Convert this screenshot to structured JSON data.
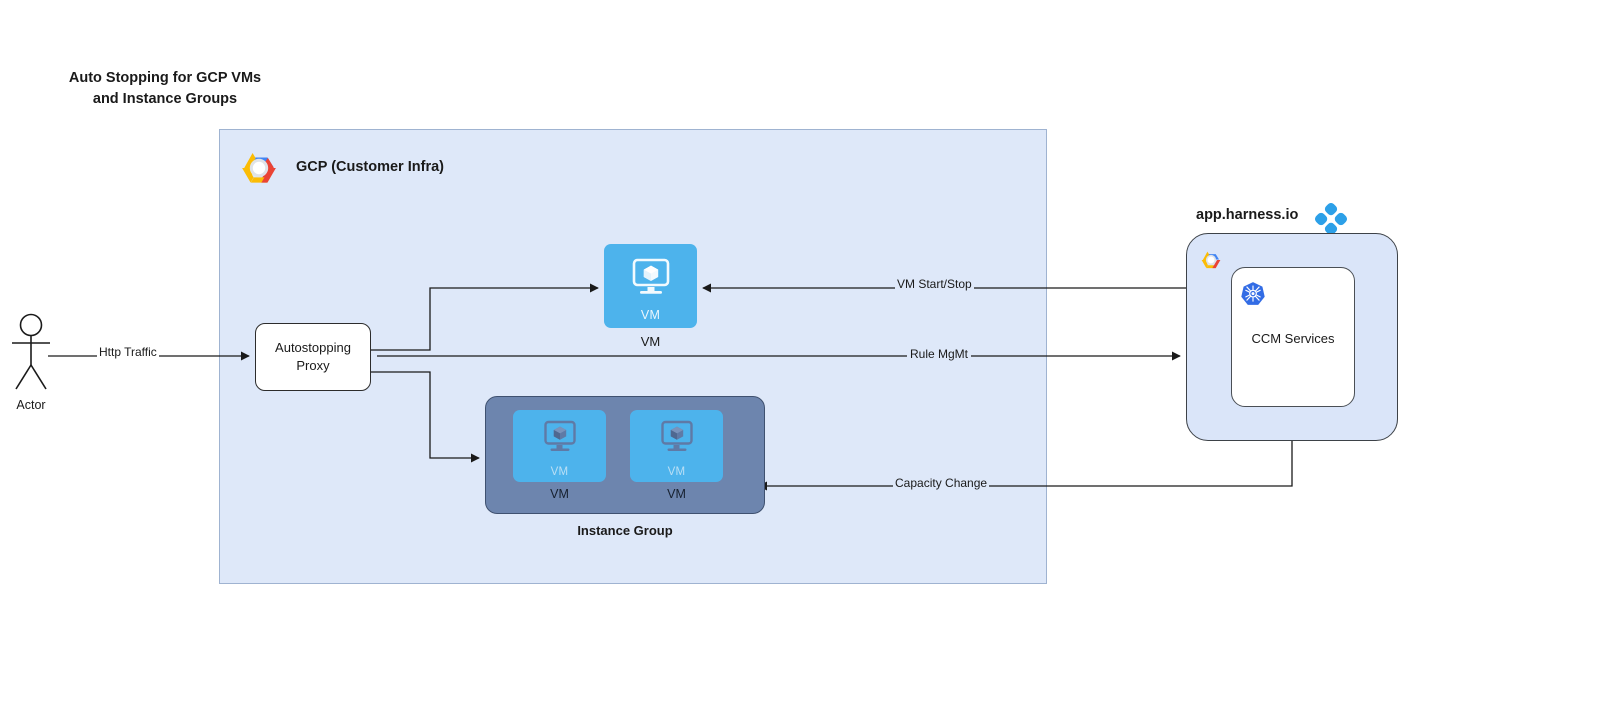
{
  "title": "Auto Stopping for GCP VMs\nand Instance Groups",
  "actor": {
    "label": "Actor",
    "icon": "actor-stick-figure-icon"
  },
  "gcp_container": {
    "label": "GCP (Customer Infra)",
    "icon": "gcp-logo-icon",
    "fill_color": "#dee8f9",
    "border_color": "#9fb3d1"
  },
  "autostopping_proxy": {
    "label": "Autostopping\nProxy"
  },
  "vm_node": {
    "inner_label": "VM",
    "caption": "VM",
    "icon": "vm-monitor-cube-icon",
    "fill_color": "#4db3ec"
  },
  "instance_group": {
    "caption": "Instance Group",
    "fill_color": "#6d85ae",
    "vms": [
      {
        "inner_label": "VM",
        "caption": "VM",
        "icon": "vm-monitor-cube-icon"
      },
      {
        "inner_label": "VM",
        "caption": "VM",
        "icon": "vm-monitor-cube-icon"
      }
    ]
  },
  "harness": {
    "title": "app.harness.io",
    "logo_icon": "harness-diamond-logo-icon",
    "gcp_icon": "gcp-logo-icon",
    "panel_fill": "#dae5f9",
    "service": {
      "label": "CCM Services",
      "icon": "kubernetes-logo-icon"
    }
  },
  "edges": [
    {
      "id": "http-traffic",
      "label": "Http Traffic",
      "from": "actor",
      "to": "autostopping-proxy"
    },
    {
      "id": "vm-start-stop",
      "label": "VM Start/Stop",
      "from": "ccm-services",
      "to": "vm-node"
    },
    {
      "id": "rule-mgmt",
      "label": "Rule MgMt",
      "from": "autostopping-proxy",
      "to": "ccm-services"
    },
    {
      "id": "capacity-change",
      "label": "Capacity Change",
      "from": "ccm-services",
      "to": "instance-group"
    },
    {
      "id": "proxy-to-vm",
      "label": "",
      "from": "autostopping-proxy",
      "to": "vm-node"
    },
    {
      "id": "proxy-to-group",
      "label": "",
      "from": "autostopping-proxy",
      "to": "instance-group"
    }
  ]
}
